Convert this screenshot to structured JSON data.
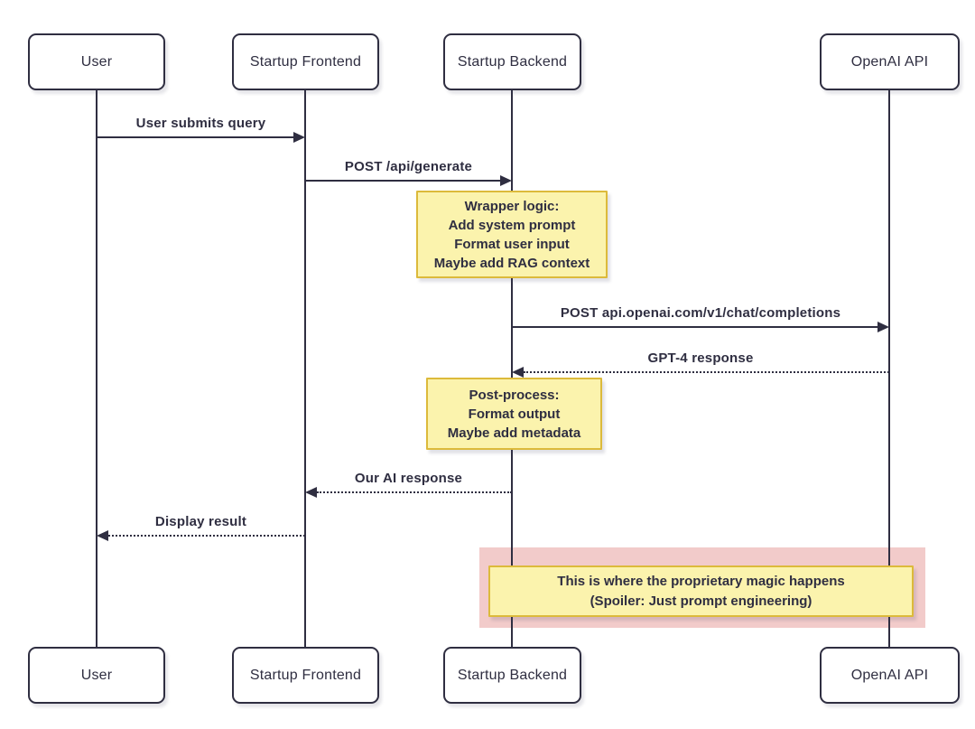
{
  "diagram": {
    "type": "sequence",
    "actors": [
      {
        "name": "User"
      },
      {
        "name": "Startup Frontend"
      },
      {
        "name": "Startup Backend"
      },
      {
        "name": "OpenAI API"
      }
    ],
    "messages": [
      {
        "from": "User",
        "to": "Startup Frontend",
        "label": "User submits query",
        "line": "solid",
        "direction": "right"
      },
      {
        "from": "Startup Frontend",
        "to": "Startup Backend",
        "label": "POST /api/generate",
        "line": "solid",
        "direction": "right"
      },
      {
        "from": "Startup Backend",
        "to": "OpenAI API",
        "label": "POST api.openai.com/v1/chat/completions",
        "line": "solid",
        "direction": "right"
      },
      {
        "from": "OpenAI API",
        "to": "Startup Backend",
        "label": "GPT-4 response",
        "line": "dotted",
        "direction": "left"
      },
      {
        "from": "Startup Backend",
        "to": "Startup Frontend",
        "label": "Our AI response",
        "line": "dotted",
        "direction": "left"
      },
      {
        "from": "Startup Frontend",
        "to": "User",
        "label": "Display result",
        "line": "dotted",
        "direction": "left"
      }
    ],
    "notes": [
      {
        "over": [
          "Startup Backend"
        ],
        "lines": [
          "Wrapper logic:",
          "Add system prompt",
          "Format user input",
          "Maybe add RAG context"
        ]
      },
      {
        "over": [
          "Startup Backend"
        ],
        "lines": [
          "Post-process:",
          "Format output",
          "Maybe add metadata"
        ]
      },
      {
        "over": [
          "Startup Backend",
          "OpenAI API"
        ],
        "lines": [
          "This is where the proprietary magic happens",
          "(Spoiler: Just prompt engineering)"
        ]
      }
    ],
    "colors": {
      "line": "#2f2e41",
      "text": "#2f2e41",
      "actor_fill": "#ffffff",
      "actor_border": "#2f2e41",
      "note_fill": "#fbf3ad",
      "note_border": "#dcba3b",
      "highlight_fill": "#f2cbca",
      "bg": "#ffffff"
    }
  }
}
